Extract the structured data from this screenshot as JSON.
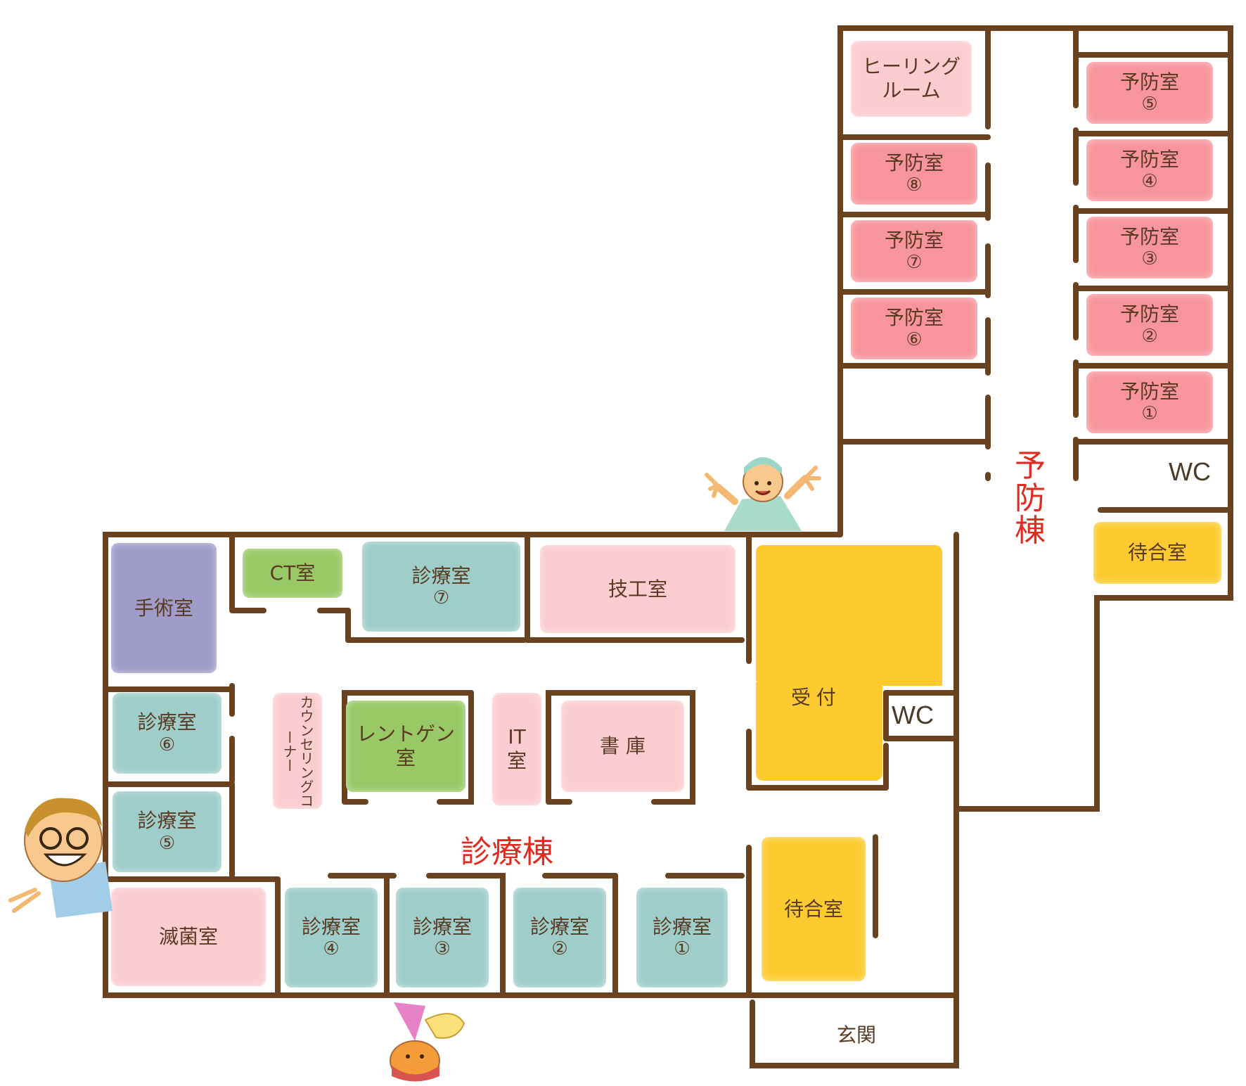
{
  "colors": {
    "wall": "#6b4220",
    "prevention": "#f8959c",
    "healing": "#fccdd0",
    "treatment": "#9ecdca",
    "surgery": "#9f9cca",
    "green": "#98c966",
    "pink": "#fccdd0",
    "yellow": "#fdcb30",
    "wing_label": "#e02b20"
  },
  "wings": {
    "prevention": "予防棟",
    "clinic": "診療棟"
  },
  "prevention_wing": {
    "healing": [
      "ヒーリング",
      "ルーム"
    ],
    "rooms": [
      {
        "name": "予防室",
        "num": "⑤"
      },
      {
        "name": "予防室",
        "num": "④"
      },
      {
        "name": "予防室",
        "num": "③"
      },
      {
        "name": "予防室",
        "num": "②"
      },
      {
        "name": "予防室",
        "num": "①"
      },
      {
        "name": "予防室",
        "num": "⑧"
      },
      {
        "name": "予防室",
        "num": "⑦"
      },
      {
        "name": "予防室",
        "num": "⑥"
      }
    ],
    "wc": "WC",
    "waiting": "待合室"
  },
  "clinic_wing": {
    "surgery": "手術室",
    "ct": "CT室",
    "treatment7": {
      "name": "診療室",
      "num": "⑦"
    },
    "lab": "技工室",
    "reception": "受 付",
    "wc": "WC",
    "treatment6": {
      "name": "診療室",
      "num": "⑥"
    },
    "treatment5": {
      "name": "診療室",
      "num": "⑤"
    },
    "counseling": "カウンセリングコーナー",
    "xray": [
      "レントゲン",
      "室"
    ],
    "it": [
      "IT",
      "室"
    ],
    "library": "書 庫",
    "sterilization": "滅菌室",
    "treatment4": {
      "name": "診療室",
      "num": "④"
    },
    "treatment3": {
      "name": "診療室",
      "num": "③"
    },
    "treatment2": {
      "name": "診療室",
      "num": "②"
    },
    "treatment1": {
      "name": "診療室",
      "num": "①"
    },
    "waiting": "待合室",
    "entrance": "玄関"
  }
}
